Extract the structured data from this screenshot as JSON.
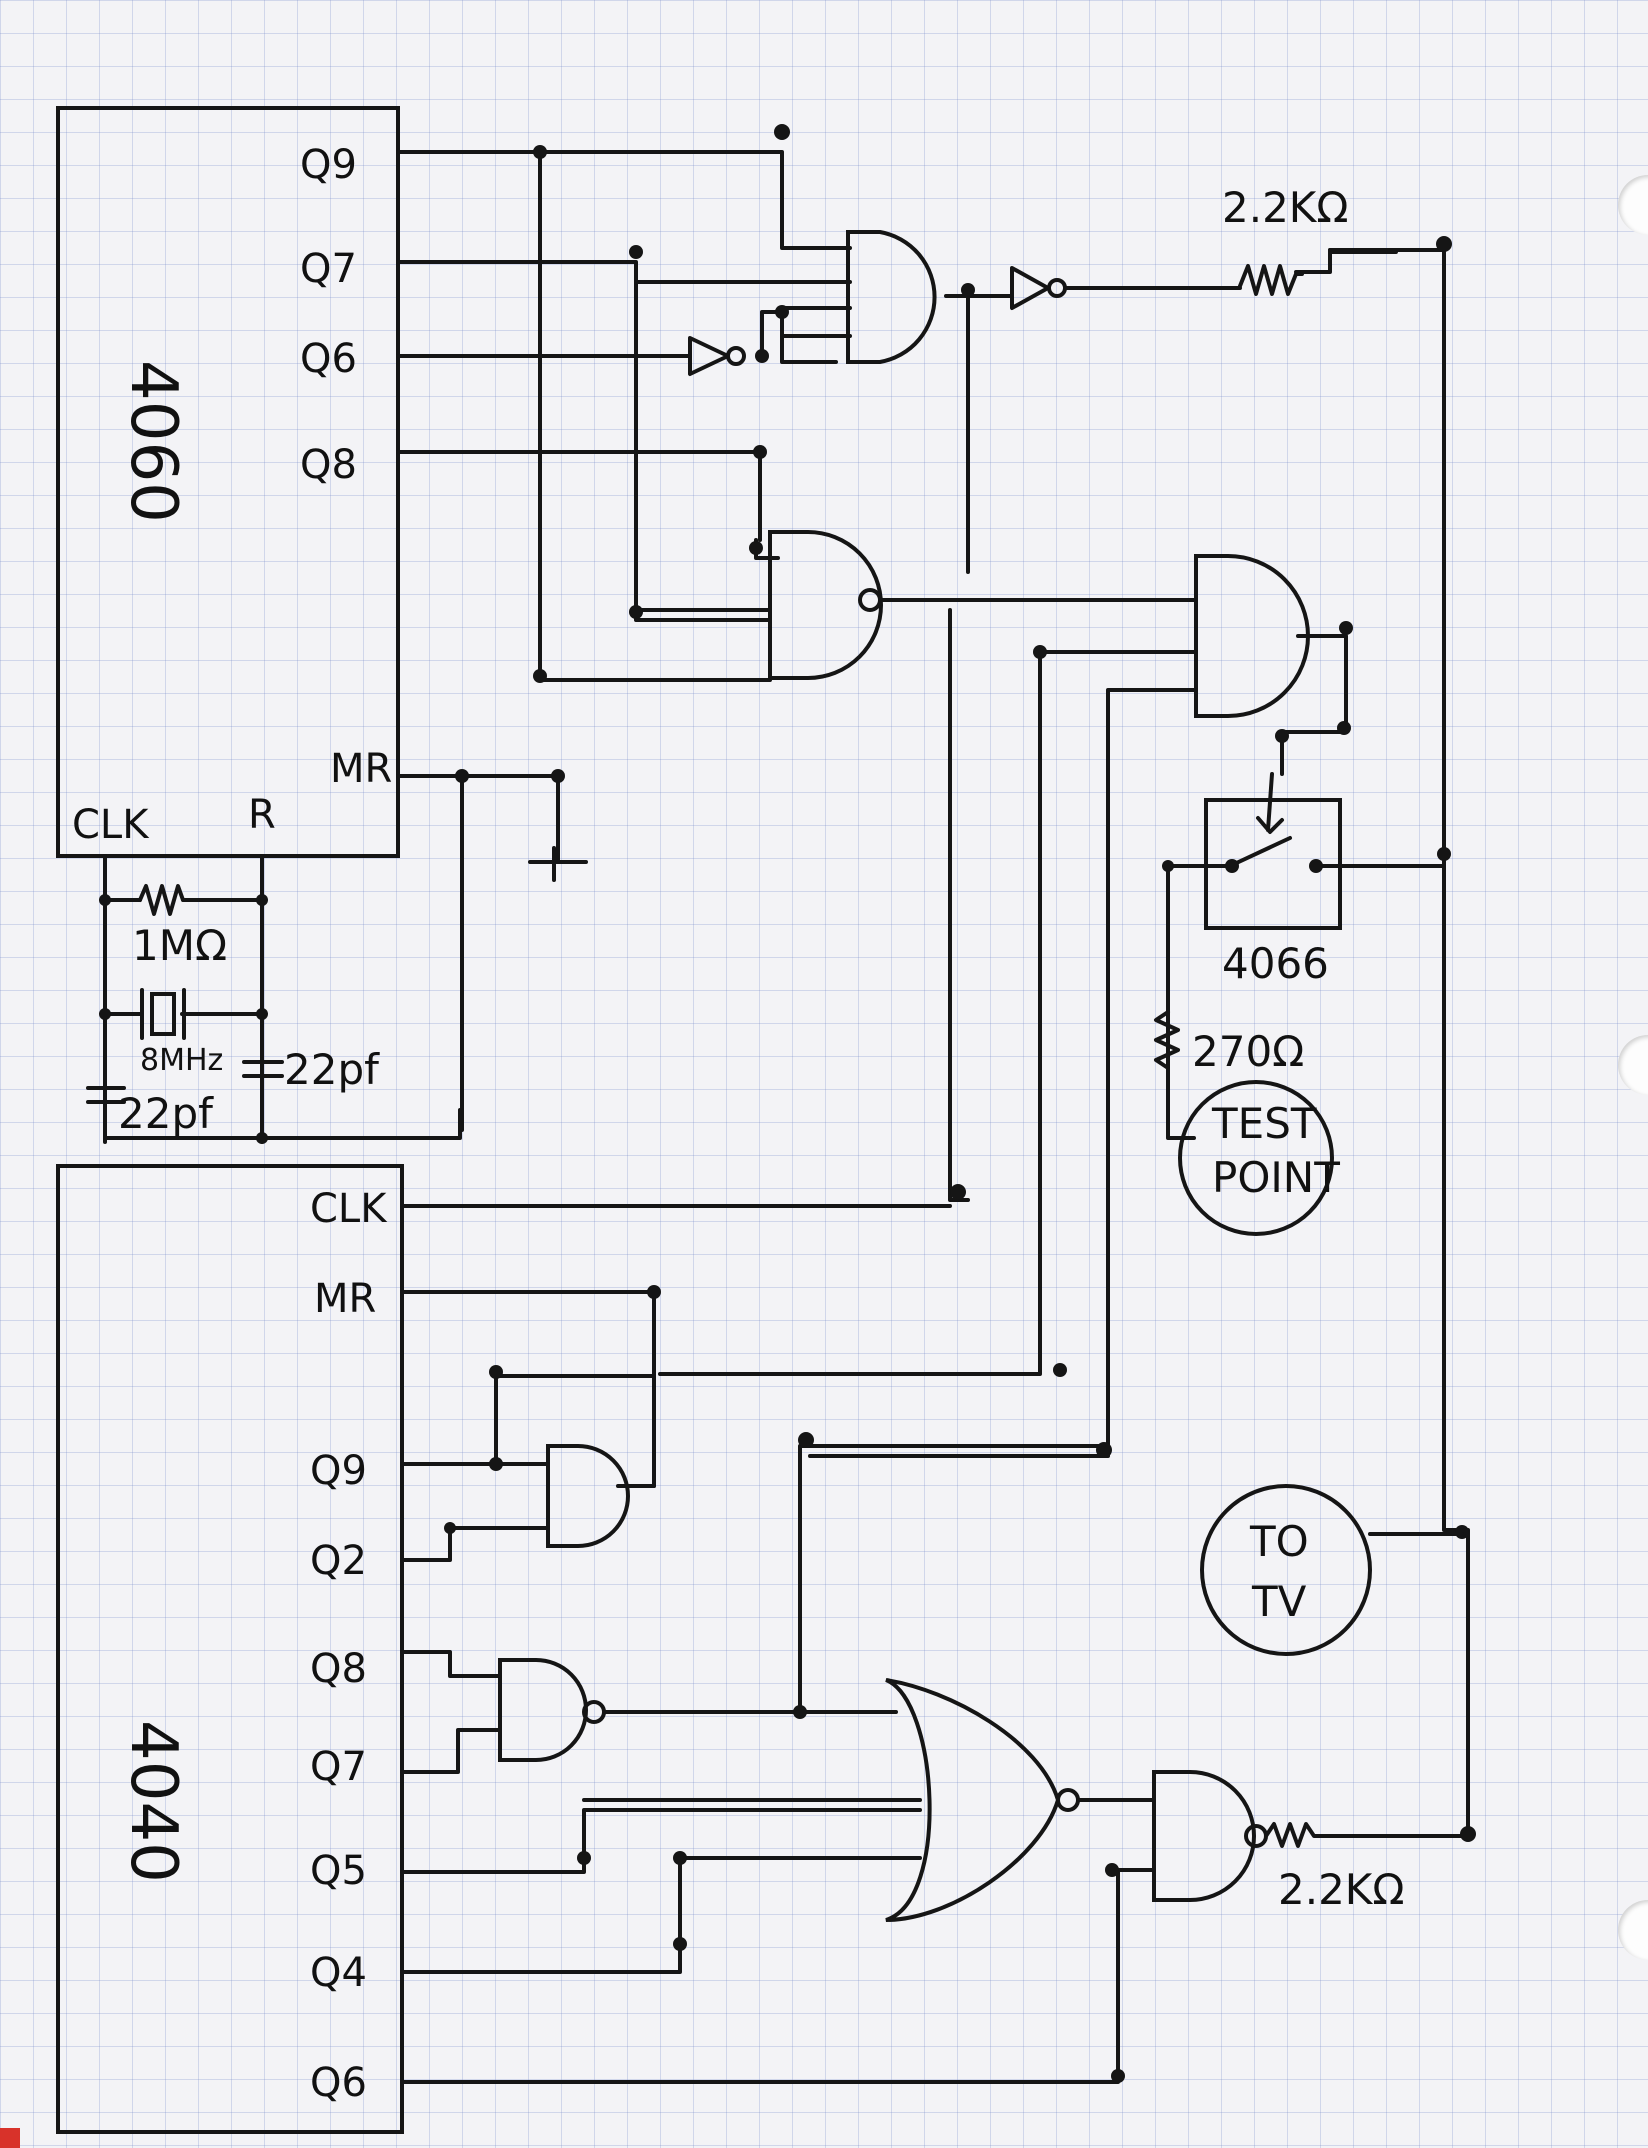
{
  "chips": {
    "upper": {
      "name": "4060",
      "pins": {
        "q9": "Q9",
        "q7": "Q7",
        "q6": "Q6",
        "q8": "Q8",
        "mr": "MR",
        "clk": "CLK",
        "r": "R"
      }
    },
    "lower": {
      "name": "4040",
      "pins": {
        "clk": "CLK",
        "mr": "MR",
        "q9": "Q9",
        "q2": "Q2",
        "q8": "Q8",
        "q7": "Q7",
        "q5": "Q5",
        "q4": "Q4",
        "q6": "Q6"
      }
    }
  },
  "components": {
    "r_top": "2.2KΩ",
    "r_bottom": "2.2KΩ",
    "r_osc": "1MΩ",
    "crystal": "8MHz",
    "cap_left": "22pf",
    "cap_right": "22pf",
    "switch_chip": "4066",
    "r_test": "270Ω",
    "test_point": [
      "TEST",
      "POINT"
    ],
    "tv": [
      "TO",
      "TV"
    ]
  }
}
